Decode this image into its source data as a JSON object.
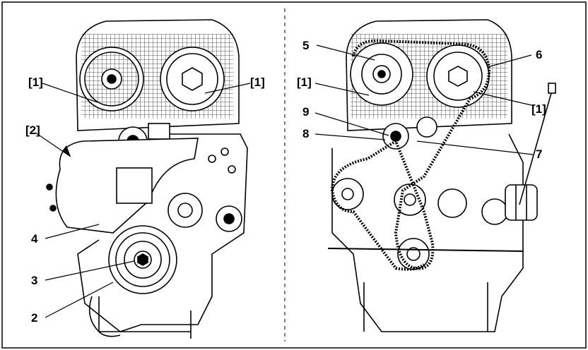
{
  "left_panel": {
    "labels": {
      "bracket_left": "[1]",
      "bracket_right": "[1]",
      "bracket_2": "[2]",
      "num_4": "4",
      "num_3": "3",
      "num_2": "2"
    }
  },
  "right_panel": {
    "labels": {
      "num_5": "5",
      "num_6": "6",
      "bracket_left": "[1]",
      "bracket_right": "[1]",
      "num_9": "9",
      "num_8": "8",
      "num_7": "7"
    }
  },
  "colors": {
    "line": "#000000",
    "background": "#ffffff",
    "hatch": "#888888"
  }
}
